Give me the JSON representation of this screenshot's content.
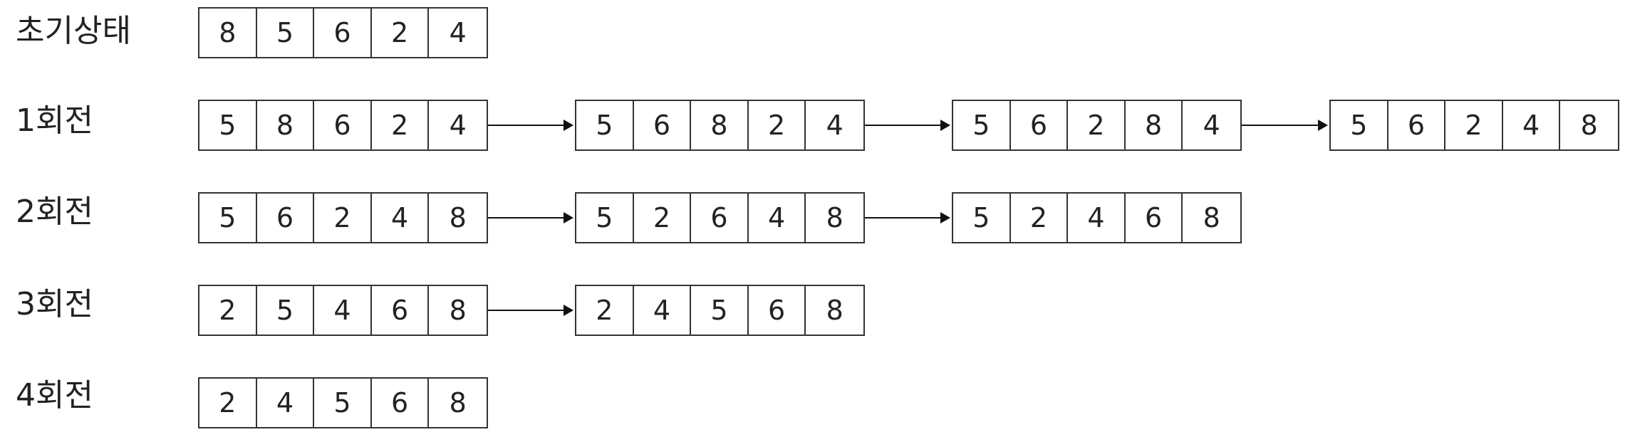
{
  "rows": [
    {
      "label": "초기상태",
      "arrays": [
        [
          "8",
          "5",
          "6",
          "2",
          "4"
        ]
      ]
    },
    {
      "label": "1회전",
      "arrays": [
        [
          "5",
          "8",
          "6",
          "2",
          "4"
        ],
        [
          "5",
          "6",
          "8",
          "2",
          "4"
        ],
        [
          "5",
          "6",
          "2",
          "8",
          "4"
        ],
        [
          "5",
          "6",
          "2",
          "4",
          "8"
        ]
      ]
    },
    {
      "label": "2회전",
      "arrays": [
        [
          "5",
          "6",
          "2",
          "4",
          "8"
        ],
        [
          "5",
          "2",
          "6",
          "4",
          "8"
        ],
        [
          "5",
          "2",
          "4",
          "6",
          "8"
        ]
      ]
    },
    {
      "label": "3회전",
      "arrays": [
        [
          "2",
          "5",
          "4",
          "6",
          "8"
        ],
        [
          "2",
          "4",
          "5",
          "6",
          "8"
        ]
      ]
    },
    {
      "label": "4회전",
      "arrays": [
        [
          "2",
          "4",
          "5",
          "6",
          "8"
        ]
      ]
    }
  ]
}
